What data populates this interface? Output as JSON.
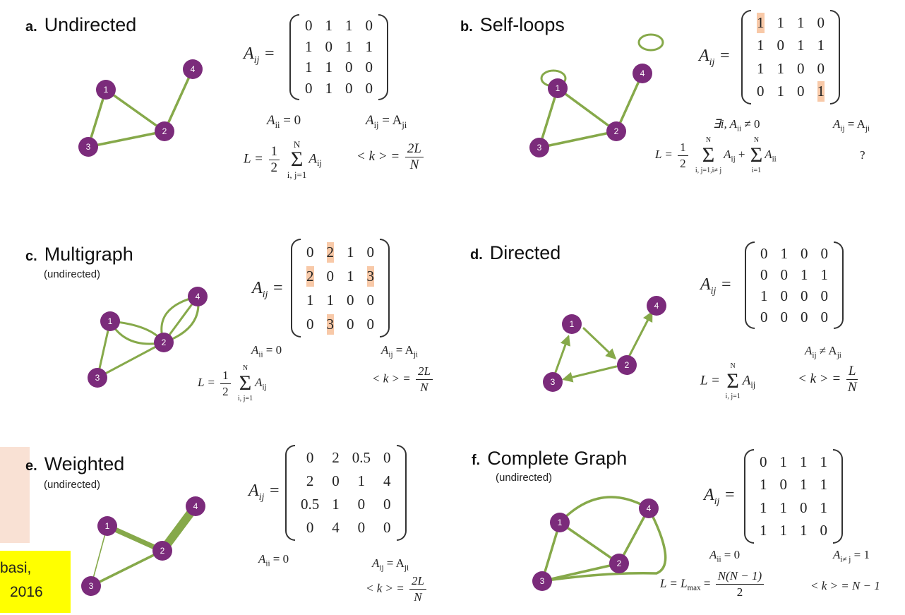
{
  "panels": [
    {
      "letter": "a.",
      "title": "Undirected",
      "subtitle": "",
      "matrix_label": "A",
      "matrix_sub": "ij",
      "matrix": [
        [
          "0",
          "1",
          "1",
          "0"
        ],
        [
          "1",
          "0",
          "1",
          "1"
        ],
        [
          "1",
          "1",
          "0",
          "0"
        ],
        [
          "0",
          "1",
          "0",
          "0"
        ]
      ],
      "highlight": [],
      "f1": "A",
      "f1_sub": "ii",
      "f1_rest": " = 0",
      "f2": "A",
      "f2_sub": "ij",
      "f2_rest": " = A",
      "f2_sub2": "ji",
      "L": "L =",
      "L_frac": [
        "1",
        "2"
      ],
      "L_sum_top": "N",
      "L_sum_bot": "i, j=1",
      "L_term": "A",
      "L_term_sub": "ij",
      "k": "< k > =",
      "k_frac": [
        "2L",
        "N"
      ]
    },
    {
      "letter": "b.",
      "title": "Self-loops",
      "subtitle": "",
      "matrix_label": "A",
      "matrix_sub": "ij",
      "matrix": [
        [
          "1",
          "1",
          "1",
          "0"
        ],
        [
          "1",
          "0",
          "1",
          "1"
        ],
        [
          "1",
          "1",
          "0",
          "0"
        ],
        [
          "0",
          "1",
          "0",
          "1"
        ]
      ],
      "highlight": [
        [
          0,
          0
        ],
        [
          3,
          3
        ]
      ],
      "f1": "∃i, A",
      "f1_sub": "ii",
      "f1_rest": " ≠ 0",
      "f2": "A",
      "f2_sub": "ij",
      "f2_rest": " = A",
      "f2_sub2": "ji",
      "L": "L =",
      "L_frac": [
        "1",
        "2"
      ],
      "L_sum_top": "N",
      "L_sum_bot": "i, j=1,i≠ j",
      "L_term": "A",
      "L_term_sub": "ij",
      "L_plus": "+",
      "L_sum2_top": "N",
      "L_sum2_bot": "i=1",
      "L_term2": "A",
      "L_term2_sub": "ii",
      "k": "?"
    },
    {
      "letter": "c.",
      "title": "Multigraph",
      "subtitle": "(undirected)",
      "matrix_label": "A",
      "matrix_sub": "ij",
      "matrix": [
        [
          "0",
          "2",
          "1",
          "0"
        ],
        [
          "2",
          "0",
          "1",
          "3"
        ],
        [
          "1",
          "1",
          "0",
          "0"
        ],
        [
          "0",
          "3",
          "0",
          "0"
        ]
      ],
      "highlight": [
        [
          0,
          1
        ],
        [
          1,
          0
        ],
        [
          1,
          3
        ],
        [
          3,
          1
        ]
      ],
      "f1": "A",
      "f1_sub": "ii",
      "f1_rest": " = 0",
      "f2": "A",
      "f2_sub": "ij",
      "f2_rest": " = A",
      "f2_sub2": "ji",
      "L": "L =",
      "L_frac": [
        "1",
        "2"
      ],
      "L_sum_top": "N",
      "L_sum_bot": "i, j=1",
      "L_term": "A",
      "L_term_sub": "ij",
      "k": "< k > =",
      "k_frac": [
        "2L",
        "N"
      ]
    },
    {
      "letter": "d.",
      "title": "Directed",
      "subtitle": "",
      "matrix_label": "A",
      "matrix_sub": "ij",
      "matrix": [
        [
          "0",
          "1",
          "0",
          "0"
        ],
        [
          "0",
          "0",
          "1",
          "1"
        ],
        [
          "1",
          "0",
          "0",
          "0"
        ],
        [
          "0",
          "0",
          "0",
          "0"
        ]
      ],
      "highlight": [],
      "f2": "A",
      "f2_sub": "ij",
      "f2_rest": " ≠ A",
      "f2_sub2": "ji",
      "L": "L =",
      "L_sum_top": "N",
      "L_sum_bot": "i, j=1",
      "L_term": "A",
      "L_term_sub": "ij",
      "k": "< k > =",
      "k_frac": [
        "L",
        "N"
      ]
    },
    {
      "letter": "e.",
      "title": "Weighted",
      "subtitle": "(undirected)",
      "matrix_label": "A",
      "matrix_sub": "ij",
      "matrix": [
        [
          "0",
          "2",
          "0.5",
          "0"
        ],
        [
          "2",
          "0",
          "1",
          "4"
        ],
        [
          "0.5",
          "1",
          "0",
          "0"
        ],
        [
          "0",
          "4",
          "0",
          "0"
        ]
      ],
      "highlight": [],
      "f1": "A",
      "f1_sub": "ii",
      "f1_rest": " = 0",
      "f2": "A",
      "f2_sub": "ij",
      "f2_rest": " = A",
      "f2_sub2": "ji",
      "k": "< k > =",
      "k_frac": [
        "2L",
        "N"
      ]
    },
    {
      "letter": "f.",
      "title": "Complete Graph",
      "subtitle": "(undirected)",
      "matrix_label": "A",
      "matrix_sub": "ij",
      "matrix": [
        [
          "0",
          "1",
          "1",
          "1"
        ],
        [
          "1",
          "0",
          "1",
          "1"
        ],
        [
          "1",
          "1",
          "0",
          "1"
        ],
        [
          "1",
          "1",
          "1",
          "0"
        ]
      ],
      "highlight": [],
      "f1": "A",
      "f1_sub": "ii",
      "f1_rest": " = 0",
      "f2": "A",
      "f2_sub": "i≠ j",
      "f2_rest": " = 1",
      "L": "L = L",
      "L_sub": "max",
      "L_rest": " =",
      "L_frac": [
        "N(N − 1)",
        "2"
      ],
      "k": "< k > = N − 1"
    }
  ],
  "node_labels": [
    "1",
    "2",
    "3",
    "4"
  ],
  "citation": {
    "line1": "basi,",
    "line2": "2016"
  },
  "colors": {
    "node": "#7b2b7b",
    "edge": "#86a94a",
    "highlight": "#f8c9a8",
    "citation": "#ffff00"
  }
}
